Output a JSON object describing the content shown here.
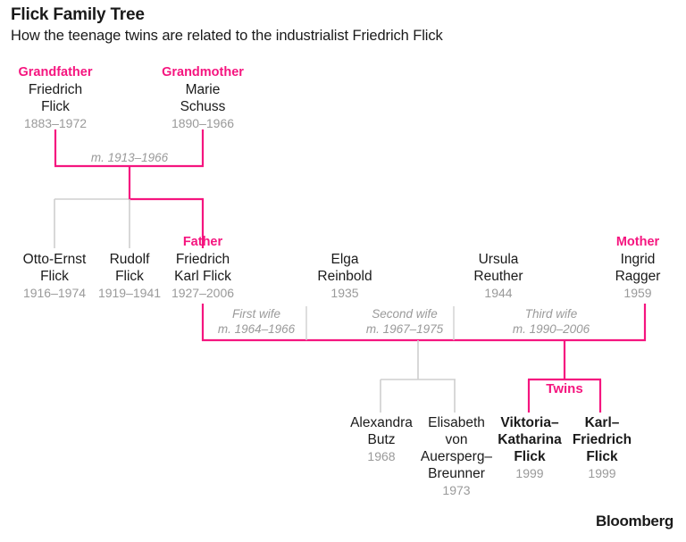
{
  "header": {
    "title": "Flick Family Tree",
    "subtitle": "How the teenage twins are related to the industrialist Friedrich Flick"
  },
  "colors": {
    "accent_pink": "#f5157f",
    "text_dark": "#1a1a1a",
    "text_muted": "#9a9a9a",
    "line_grey": "#cfcfcf",
    "background": "#ffffff"
  },
  "generations": {
    "grandparents": [
      {
        "role": "Grandfather",
        "name_line1": "Friedrich",
        "name_line2": "Flick",
        "years": "1883–1972"
      },
      {
        "role": "Grandmother",
        "name_line1": "Marie",
        "name_line2": "Schuss",
        "years": "1890–1966"
      }
    ],
    "grandparent_marriage": "m. 1913–1966",
    "children": [
      {
        "role": "",
        "name_line1": "Otto-Ernst",
        "name_line2": "Flick",
        "years": "1916–1974"
      },
      {
        "role": "",
        "name_line1": "Rudolf",
        "name_line2": "Flick",
        "years": "1919–1941"
      },
      {
        "role": "Father",
        "name_line1": "Friedrich",
        "name_line2": "Karl Flick",
        "years": "1927–2006"
      }
    ],
    "spouses": [
      {
        "role": "",
        "name_line1": "Elga",
        "name_line2": "Reinbold",
        "years": "1935"
      },
      {
        "role": "",
        "name_line1": "Ursula",
        "name_line2": "Reuther",
        "years": "1944"
      },
      {
        "role": "Mother",
        "name_line1": "Ingrid",
        "name_line2": "Ragger",
        "years": "1959"
      }
    ],
    "marriages": [
      {
        "order": "First wife",
        "dates": "m. 1964–1966"
      },
      {
        "order": "Second wife",
        "dates": "m. 1967–1975"
      },
      {
        "order": "Third wife",
        "dates": "m. 1990–2006"
      }
    ],
    "grandchildren": [
      {
        "name_line1": "Alexandra",
        "name_line2": "Butz",
        "name_line3": "",
        "name_line4": "",
        "years": "1968",
        "bold": false
      },
      {
        "name_line1": "Elisabeth",
        "name_line2": "von",
        "name_line3": "Auersperg–",
        "name_line4": "Breunner",
        "years": "1973",
        "bold": false
      },
      {
        "name_line1": "Viktoria–",
        "name_line2": "Katharina",
        "name_line3": "Flick",
        "name_line4": "",
        "years": "1999",
        "bold": true
      },
      {
        "name_line1": "Karl–",
        "name_line2": "Friedrich",
        "name_line3": "Flick",
        "name_line4": "",
        "years": "1999",
        "bold": true
      }
    ],
    "twins_label": "Twins"
  },
  "footer": {
    "brand": "Bloomberg"
  }
}
